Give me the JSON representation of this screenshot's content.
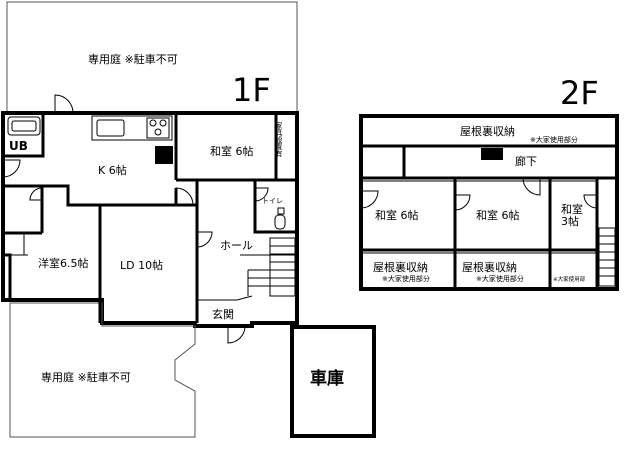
{
  "floor1": {
    "label": "1F",
    "garden_top": "専用庭 ※駐車不可",
    "garden_bottom": "専用庭 ※駐車不可",
    "ub": "UB",
    "kitchen": "K 6帖",
    "washitsu": "和室 6帖",
    "storage": "家具設置有",
    "toilet": "トイレ",
    "hall": "ホール",
    "western": "洋室6.5帖",
    "ld": "LD 10帖",
    "entrance": "玄関",
    "garage": "車庫"
  },
  "floor2": {
    "label": "2F",
    "attic_top": "屋根裏収納",
    "attic_top_note": "※大家使用部分",
    "corridor": "廊下",
    "washitsu_a": "和室 6帖",
    "washitsu_b": "和室 6帖",
    "washitsu_c_line1": "和室",
    "washitsu_c_line2": "3帖",
    "attic_a": "屋根裏収納",
    "attic_a_note": "※大家使用部分",
    "attic_b": "屋根裏収納",
    "attic_b_note": "※大家使用部分",
    "attic_c_note": "※大家使用部"
  }
}
